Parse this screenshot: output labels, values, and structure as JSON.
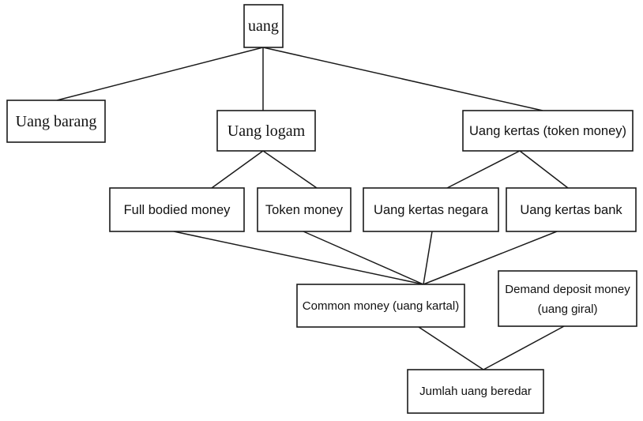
{
  "nodes": {
    "uang": "uang",
    "uang_barang": "Uang barang",
    "uang_logam": "Uang logam",
    "uang_kertas": "Uang kertas (token money)",
    "full_bodied": "Full bodied money",
    "token_money": "Token money",
    "uang_kertas_negara": "Uang kertas negara",
    "uang_kertas_bank": "Uang kertas bank",
    "common_money": "Common money (uang kartal)",
    "demand_deposit_line1": "Demand deposit money",
    "demand_deposit_line2": "(uang giral)",
    "jumlah_uang_beredar": "Jumlah uang beredar"
  }
}
